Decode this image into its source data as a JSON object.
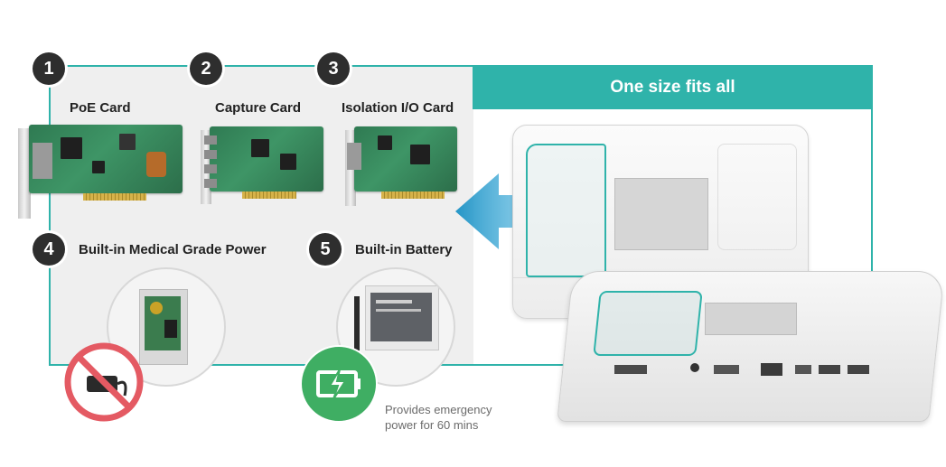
{
  "header": {
    "title": "One size fits all"
  },
  "features": [
    {
      "number": "1",
      "label": "PoE Card"
    },
    {
      "number": "2",
      "label": "Capture Card"
    },
    {
      "number": "3",
      "label": "Isolation I/O Card"
    },
    {
      "number": "4",
      "label": "Built-in Medical Grade Power"
    },
    {
      "number": "5",
      "label": "Built-in Battery"
    }
  ],
  "battery_caption": {
    "line1": "Provides emergency",
    "line2": "power for 60 mins"
  },
  "colors": {
    "accent": "#2fb3aa",
    "badge": "#2e2e2e",
    "battery_green": "#3fae63",
    "prohibit_red": "#e45a63",
    "arrow_blue": "#2596c7"
  },
  "icons": [
    "charging-battery-icon",
    "no-adapter-icon",
    "arrow-left-icon"
  ]
}
